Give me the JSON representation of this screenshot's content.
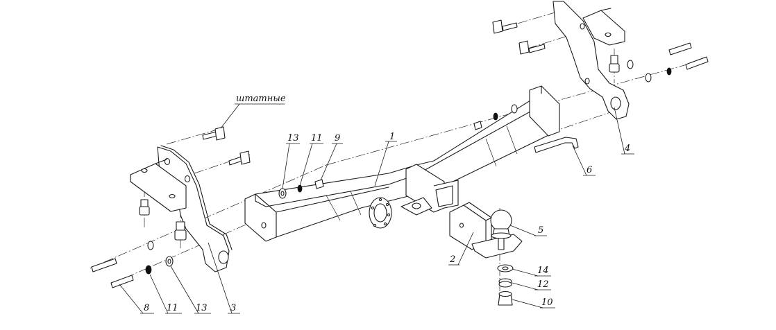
{
  "callouts": {
    "c1": "1",
    "c2": "2",
    "c3": "3",
    "c4": "4",
    "c5": "5",
    "c6": "6",
    "c8": "8",
    "c9": "9",
    "c10": "10",
    "c11a": "11",
    "c11b": "11",
    "c12": "12",
    "c13a": "13",
    "c13b": "13",
    "c14": "14"
  },
  "note": "штатные"
}
